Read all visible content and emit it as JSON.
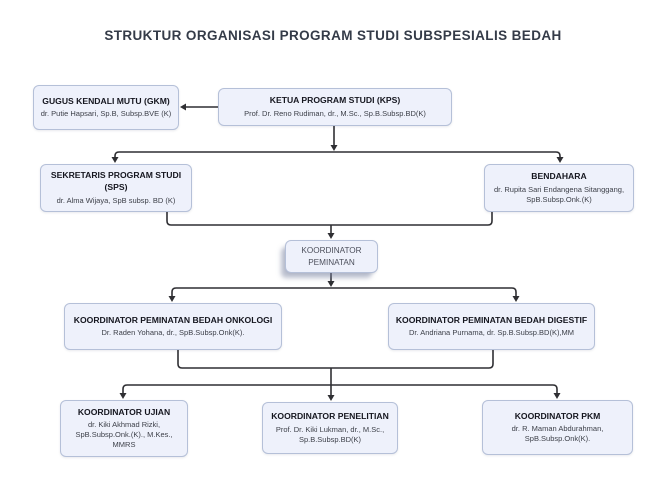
{
  "page_title": "STRUKTUR ORGANISASI PROGRAM STUDI SUBSPESIALIS BEDAH",
  "nodes": {
    "gkm": {
      "title": "GUGUS KENDALI MUTU (GKM)",
      "person": "dr. Putie Hapsari, Sp.B, Subsp.BVE (K)"
    },
    "kps": {
      "title": "KETUA PROGRAM STUDI (KPS)",
      "person": "Prof. Dr. Reno Rudiman, dr., M.Sc., Sp.B.Subsp.BD(K)"
    },
    "sps": {
      "title": "SEKRETARIS PROGRAM STUDI (SPS)",
      "person": "dr. Alma Wijaya, SpB subsp. BD (K)"
    },
    "bendahara": {
      "title": "BENDAHARA",
      "person": "dr. Rupita Sari Endangena Sitanggang, SpB.Subsp.Onk.(K)"
    },
    "peminatan": {
      "title": "KOORDINATOR PEMINATAN"
    },
    "onkologi": {
      "title": "KOORDINATOR PEMINATAN BEDAH ONKOLOGI",
      "person": "Dr. Raden Yohana, dr., SpB.Subsp.Onk(K)."
    },
    "digestif": {
      "title": "KOORDINATOR PEMINATAN BEDAH DIGESTIF",
      "person": "Dr. Andriana Purnama, dr. Sp.B.Subsp.BD(K),MM"
    },
    "ujian": {
      "title": "KOORDINATOR UJIAN",
      "person": "dr. Kiki Akhmad Rizki, SpB.Subsp.Onk.(K)., M.Kes., MMRS"
    },
    "penelitian": {
      "title": "KOORDINATOR PENELITIAN",
      "person": "Prof. Dr. Kiki Lukman, dr., M.Sc., Sp.B.Subsp.BD(K)"
    },
    "pkm": {
      "title": "KOORDINATOR PKM",
      "person": "dr. R. Maman Abdurahman, SpB.Subsp.Onk(K)."
    }
  },
  "colors": {
    "background": "#ffffff",
    "box_fill": "#eef1fb",
    "box_border": "#b5c0d8",
    "connector": "#2f2f33",
    "heading_text": "#15161f",
    "subtext": "#3d4049",
    "page_title_text": "#343b48"
  }
}
